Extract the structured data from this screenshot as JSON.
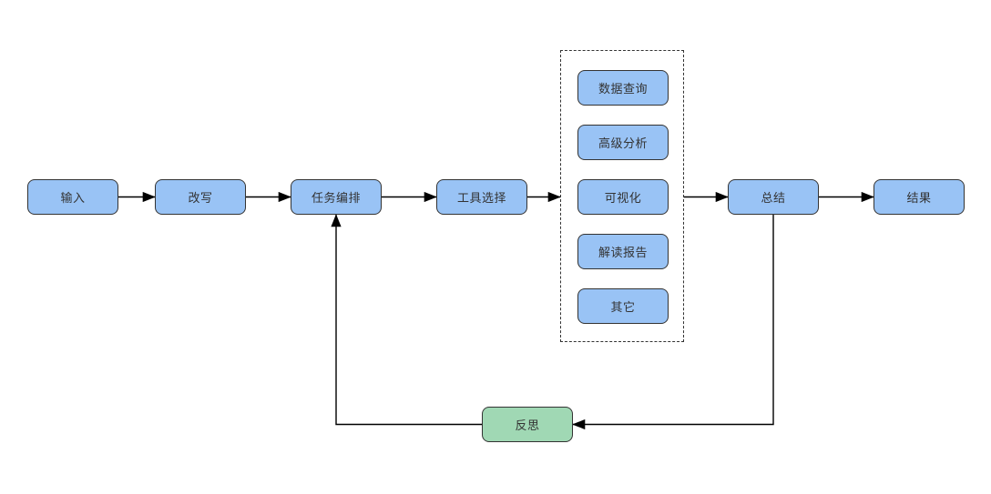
{
  "diagram": {
    "type": "flowchart",
    "nodes": {
      "input": "输入",
      "rewrite": "改写",
      "orchestration": "任务编排",
      "tool_selection": "工具选择",
      "summary": "总结",
      "result": "结果",
      "reflection": "反思"
    },
    "tool_options": [
      "数据查询",
      "高级分析",
      "可视化",
      "解读报告",
      "其它"
    ],
    "edges": [
      "输入→改写",
      "改写→任务编排",
      "任务编排→工具选择",
      "工具选择→工具组",
      "工具组→总结",
      "总结→结果",
      "总结→反思",
      "反思→任务编排"
    ],
    "colors": {
      "process_fill": "#99c3f5",
      "process_border": "#333333",
      "reflection_fill": "#a0d8b4",
      "reflection_border": "#333333",
      "edge_stroke": "#000000",
      "text": "#333333",
      "background": "#ffffff"
    }
  }
}
